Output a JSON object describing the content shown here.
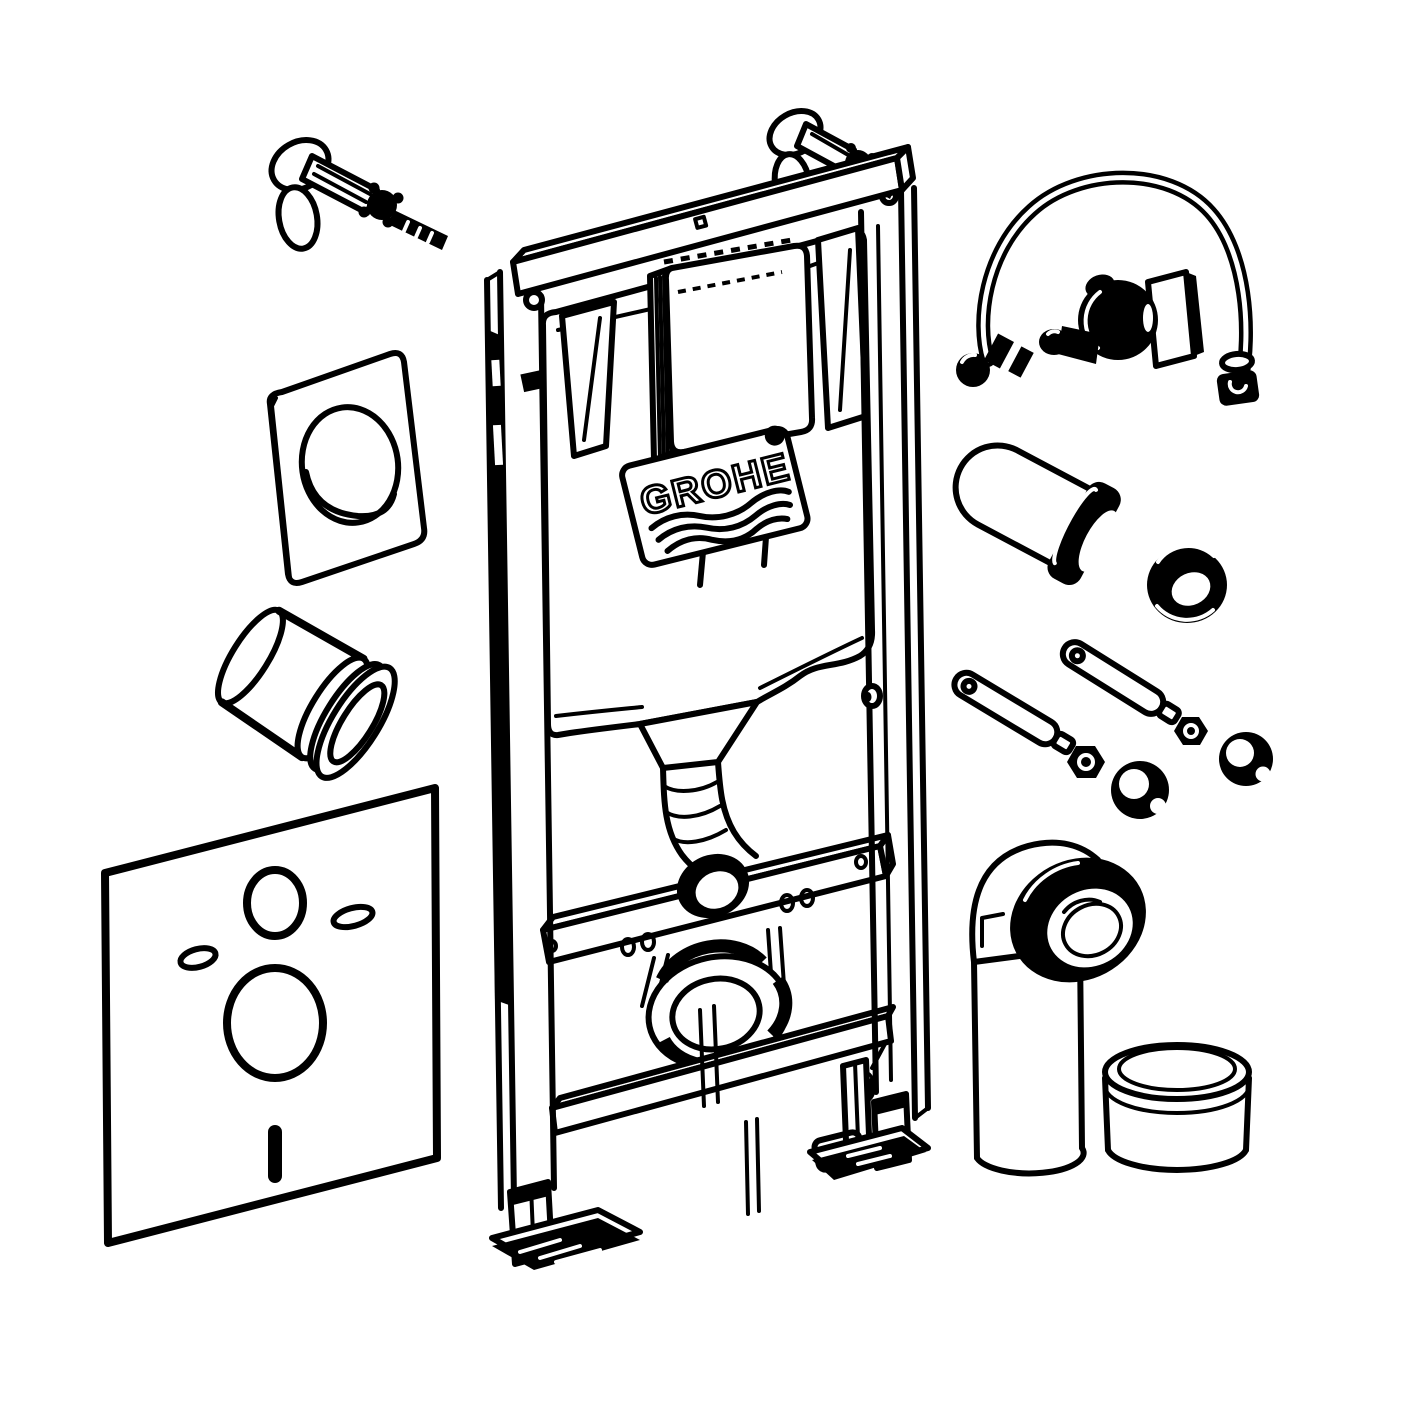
{
  "diagram": {
    "kind": "exploded-parts-diagram",
    "subject": "concealed-cistern-installation-frame-kit",
    "brand": {
      "logo_text": "GROHE"
    },
    "colors": {
      "line": "#000000",
      "background": "#ffffff"
    },
    "parts": [
      {
        "id": "wall-anchor-bolt-left"
      },
      {
        "id": "wall-anchor-bolt-top"
      },
      {
        "id": "flush-actuation-plate"
      },
      {
        "id": "flush-pipe-connector"
      },
      {
        "id": "sound-insulation-panel"
      },
      {
        "id": "installation-frame"
      },
      {
        "id": "concealed-cistern"
      },
      {
        "id": "inspection-shaft"
      },
      {
        "id": "brand-plate"
      },
      {
        "id": "flush-bend"
      },
      {
        "id": "wc-outlet-ring"
      },
      {
        "id": "frame-foot-left"
      },
      {
        "id": "frame-foot-right"
      },
      {
        "id": "water-supply-hose"
      },
      {
        "id": "angle-valve"
      },
      {
        "id": "flush-pipe"
      },
      {
        "id": "seal-ring"
      },
      {
        "id": "threaded-rod-front"
      },
      {
        "id": "threaded-rod-back"
      },
      {
        "id": "hex-nut-front"
      },
      {
        "id": "hex-nut-back"
      },
      {
        "id": "cover-cap-front"
      },
      {
        "id": "cover-cap-back"
      },
      {
        "id": "outlet-elbow"
      },
      {
        "id": "outlet-collar"
      }
    ]
  }
}
